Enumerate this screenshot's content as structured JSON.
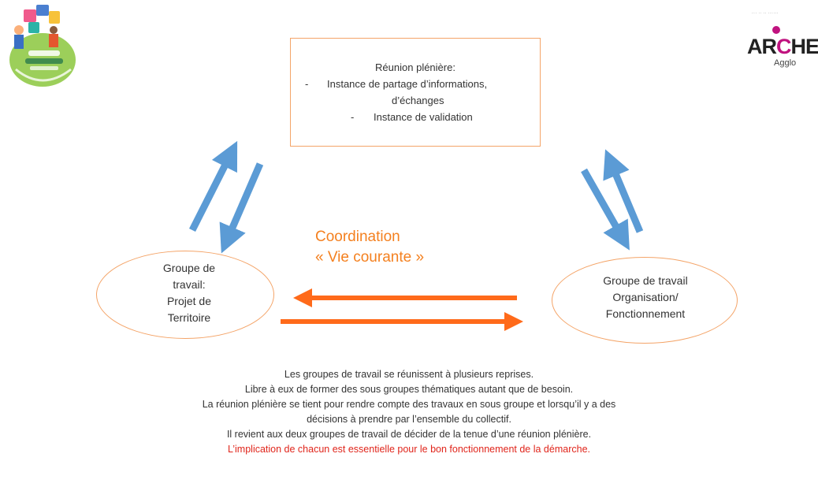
{
  "colors": {
    "box_border": "#f4a468",
    "coordination_text": "#f4801f",
    "horizontal_arrow": "#ff6a1a",
    "diagonal_arrow": "#5b9bd5",
    "emphasis_text": "#e0251b",
    "arche_accent": "#c0137f"
  },
  "logos": {
    "left": {
      "icon": "community-project-logo"
    },
    "right": {
      "word_before": "AR",
      "word_highlight": "C",
      "word_after": "HE",
      "sub": "Agglo",
      "icon": "arche-agglo-logo"
    }
  },
  "pleniere": {
    "title": "Réunion plénière:",
    "item1_line1": "Instance de partage d’informations,",
    "item1_line2": "d’échanges",
    "item2": "Instance de validation",
    "bullet": "-"
  },
  "coordination": {
    "line1": "Coordination",
    "line2": "« Vie courante »"
  },
  "groupe_territoire": {
    "line1": "Groupe de",
    "line2": "travail:",
    "line3": "Projet de",
    "line4": "Territoire"
  },
  "groupe_organisation": {
    "line1": "Groupe de travail",
    "line2": "Organisation/",
    "line3": "Fonctionnement"
  },
  "notes": {
    "line1": "Les groupes de travail se réunissent à plusieurs reprises.",
    "line2": "Libre à eux de former des sous groupes thématiques autant que de besoin.",
    "line3": "La réunion plénière se tient pour rendre compte des travaux en sous groupe et lorsqu’il y a des",
    "line4": "décisions à prendre par l’ensemble du collectif.",
    "line5": "Il revient aux deux groupes de travail de décider de la tenue d’une réunion plénière.",
    "line6": "L’implication de chacun est essentielle pour le bon fonctionnement de la démarche."
  }
}
